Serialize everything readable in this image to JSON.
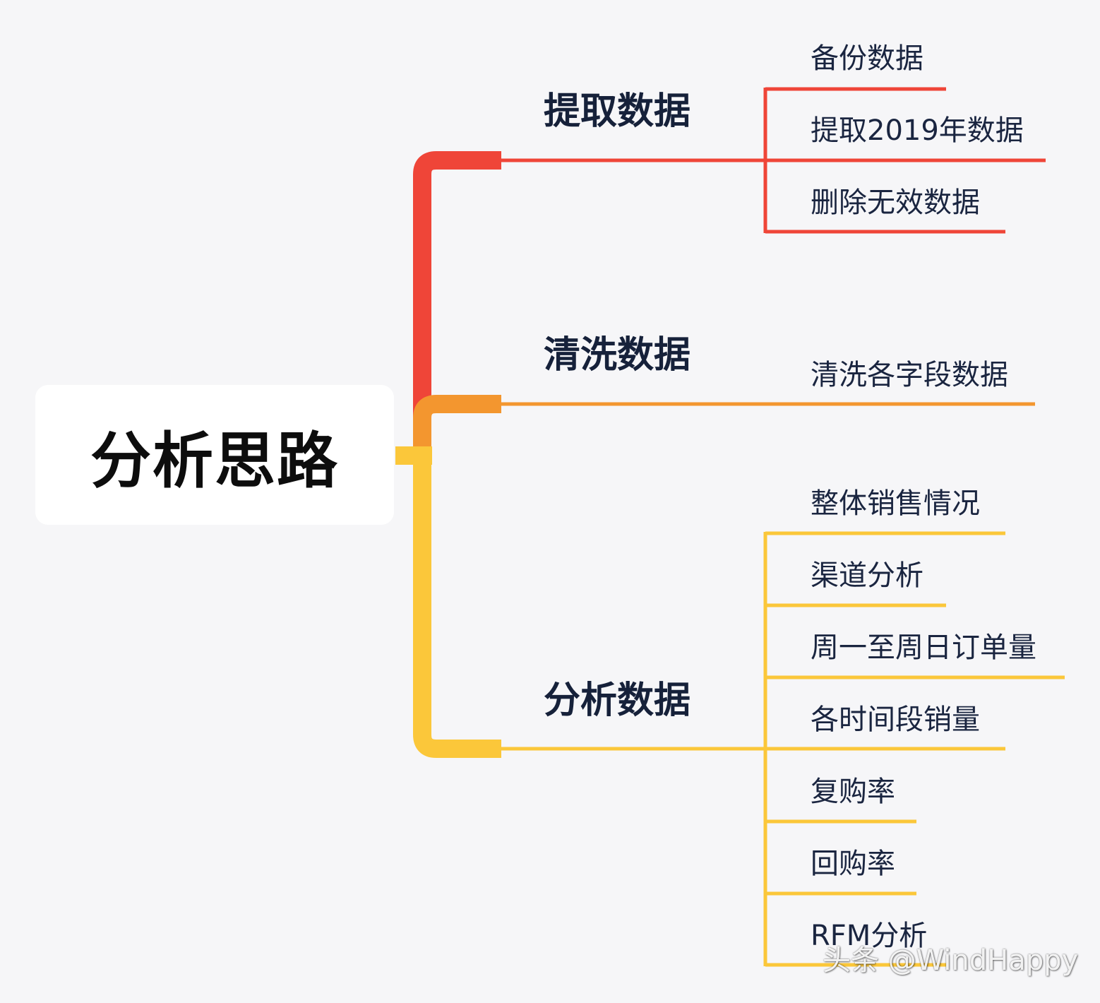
{
  "root": {
    "label": "分析思路"
  },
  "colors": {
    "branch1": "#ef4538",
    "branch2": "#f3962f",
    "branch3": "#fbc73a",
    "text_dark": "#16213a",
    "background": "#f6f6f8"
  },
  "branches": [
    {
      "label": "提取数据",
      "color": "#ef4538",
      "children": [
        "备份数据",
        "提取2019年数据",
        "删除无效数据"
      ]
    },
    {
      "label": "清洗数据",
      "color": "#f3962f",
      "children": [
        "清洗各字段数据"
      ]
    },
    {
      "label": "分析数据",
      "color": "#fbc73a",
      "children": [
        "整体销售情况",
        "渠道分析",
        "周一至周日订单量",
        "各时间段销量",
        "复购率",
        "回购率",
        "RFM分析"
      ]
    }
  ],
  "watermark": "头条 @WindHappy"
}
